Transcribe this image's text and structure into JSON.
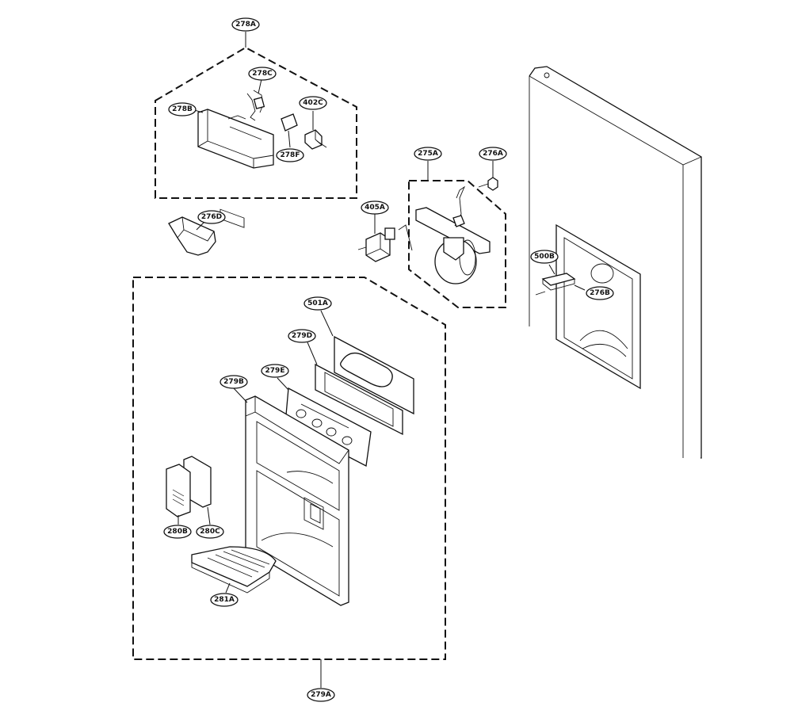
{
  "callouts": {
    "c278A": "278A",
    "c278C": "278C",
    "c278B": "278B",
    "c402C": "402C",
    "c278F": "278F",
    "c276D": "276D",
    "c275A": "275A",
    "c276A": "276A",
    "c405A": "405A",
    "c500B": "500B",
    "c276B": "276B",
    "c501A": "501A",
    "c279D": "279D",
    "c279E": "279E",
    "c279B": "279B",
    "c280B": "280B",
    "c280C": "280C",
    "c281A": "281A",
    "c279A": "279A"
  }
}
